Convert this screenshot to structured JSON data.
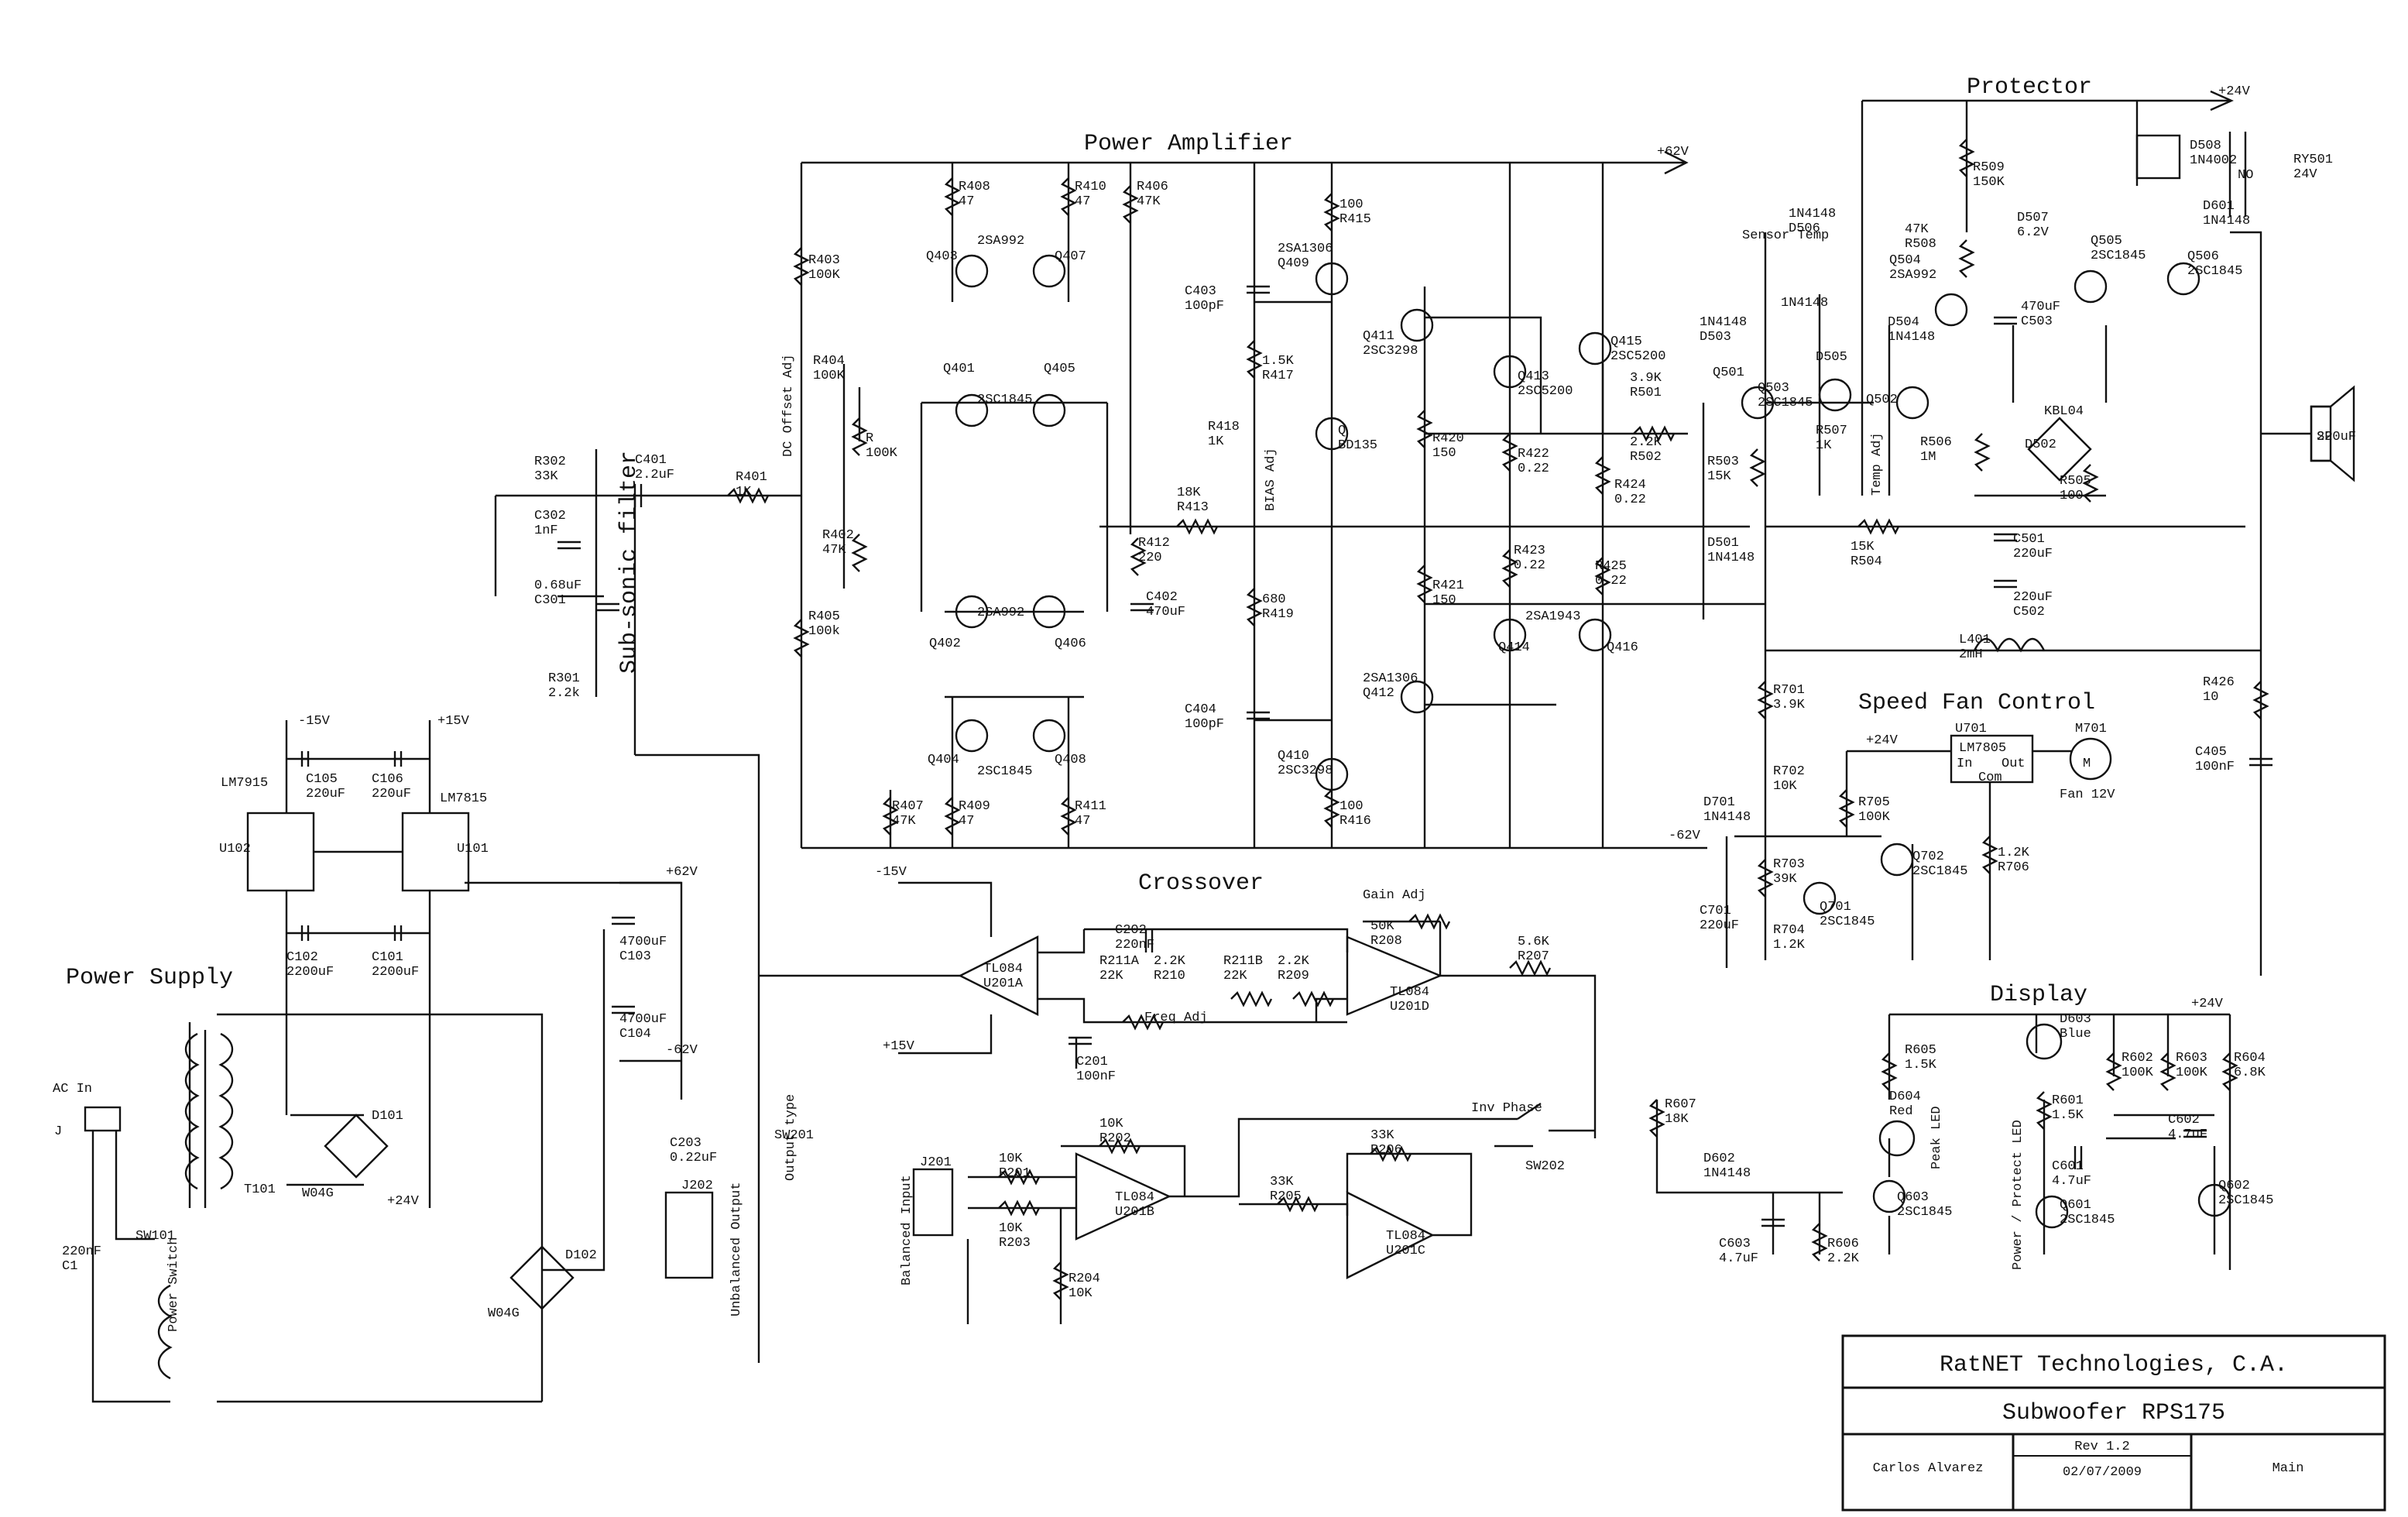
{
  "sections": {
    "power_amplifier": "Power Amplifier",
    "protector": "Protector",
    "speed_fan_control": "Speed Fan Control",
    "crossover": "Crossover",
    "power_supply": "Power Supply",
    "display": "Display",
    "sub_sonic_filter": "Sub-sonic filter",
    "dc_offset_adj": "DC Offset Adj",
    "bias_adj": "BIAS Adj",
    "temp_adj": "Temp Adj",
    "sensor_temp": "Sensor Temp",
    "gain_adj": "Gain Adj",
    "freq_adj": "Freq Adj",
    "inv_phase": "Inv Phase",
    "balanced_input": "Balanced Input",
    "unbalanced_output": "Unbalanced Output",
    "output_type": "Output type",
    "power_switch": "Power Switch",
    "ac_in": "AC In",
    "peak_led": "Peak LED",
    "power_protect_led": "Power / Protect LED"
  },
  "rails": {
    "p62": "+62V",
    "m62": "-62V",
    "p24": "+24V",
    "m15": "-15V",
    "p15": "+15V"
  },
  "amp_labels": [
    {
      "id": "R408",
      "lines": [
        "R408",
        "47"
      ]
    },
    {
      "id": "R410",
      "lines": [
        "R410",
        "47"
      ]
    },
    {
      "id": "R406",
      "lines": [
        "R406",
        "47K"
      ]
    },
    {
      "id": "Q403",
      "lines": [
        "Q403"
      ]
    },
    {
      "id": "Q407",
      "lines": [
        "Q407"
      ]
    },
    {
      "id": "2SA992a",
      "lines": [
        "2SA992"
      ]
    },
    {
      "id": "R403",
      "lines": [
        "R403",
        "100K"
      ]
    },
    {
      "id": "R404",
      "lines": [
        "R404",
        "100K"
      ]
    },
    {
      "id": "R",
      "lines": [
        "R",
        "100K"
      ]
    },
    {
      "id": "Q401",
      "lines": [
        "Q401"
      ]
    },
    {
      "id": "Q405",
      "lines": [
        "Q405"
      ]
    },
    {
      "id": "2SC1845a",
      "lines": [
        "2SC1845"
      ]
    },
    {
      "id": "R402",
      "lines": [
        "R402",
        "47K"
      ]
    },
    {
      "id": "R405",
      "lines": [
        "R405",
        "100k"
      ]
    },
    {
      "id": "2SA992b",
      "lines": [
        "2SA992"
      ]
    },
    {
      "id": "Q402",
      "lines": [
        "Q402"
      ]
    },
    {
      "id": "Q406",
      "lines": [
        "Q406"
      ]
    },
    {
      "id": "Q404",
      "lines": [
        "Q404"
      ]
    },
    {
      "id": "Q408",
      "lines": [
        "Q408"
      ]
    },
    {
      "id": "2SC1845b",
      "lines": [
        "2SC1845"
      ]
    },
    {
      "id": "R407",
      "lines": [
        "R407",
        "47K"
      ]
    },
    {
      "id": "R409",
      "lines": [
        "R409",
        "47"
      ]
    },
    {
      "id": "R411",
      "lines": [
        "R411",
        "47"
      ]
    },
    {
      "id": "R415",
      "lines": [
        "100",
        "R415"
      ]
    },
    {
      "id": "Q409",
      "lines": [
        "2SA1306",
        "Q409"
      ]
    },
    {
      "id": "C403",
      "lines": [
        "C403",
        "100pF"
      ]
    },
    {
      "id": "R417",
      "lines": [
        "1.5K",
        "R417"
      ]
    },
    {
      "id": "R418",
      "lines": [
        "R418",
        "1K"
      ]
    },
    {
      "id": "QBD",
      "lines": [
        "Q",
        "BD135"
      ]
    },
    {
      "id": "R412",
      "lines": [
        "R412",
        "220"
      ]
    },
    {
      "id": "C402",
      "lines": [
        "C402",
        "470uF"
      ]
    },
    {
      "id": "R413",
      "lines": [
        "18K",
        "R413"
      ]
    },
    {
      "id": "R419",
      "lines": [
        "680",
        "R419"
      ]
    },
    {
      "id": "C404",
      "lines": [
        "C404",
        "100pF"
      ]
    },
    {
      "id": "Q410",
      "lines": [
        "Q410",
        "2SC3298"
      ]
    },
    {
      "id": "R416",
      "lines": [
        "100",
        "R416"
      ]
    },
    {
      "id": "Q411",
      "lines": [
        "Q411",
        "2SC3298"
      ]
    },
    {
      "id": "Q412",
      "lines": [
        "2SA1306",
        "Q412"
      ]
    },
    {
      "id": "Q413",
      "lines": [
        "Q413",
        "2SC5200"
      ]
    },
    {
      "id": "Q415",
      "lines": [
        "Q415",
        "2SC5200"
      ]
    },
    {
      "id": "R420",
      "lines": [
        "R420",
        "150"
      ]
    },
    {
      "id": "R421",
      "lines": [
        "R421",
        "150"
      ]
    },
    {
      "id": "R422",
      "lines": [
        "R422",
        "0.22"
      ]
    },
    {
      "id": "R424",
      "lines": [
        "R424",
        "0.22"
      ]
    },
    {
      "id": "R423",
      "lines": [
        "R423",
        "0.22"
      ]
    },
    {
      "id": "R425",
      "lines": [
        "R425",
        "0.22"
      ]
    },
    {
      "id": "Q414",
      "lines": [
        "Q414"
      ]
    },
    {
      "id": "Q416",
      "lines": [
        "Q416"
      ]
    },
    {
      "id": "2SA1943",
      "lines": [
        "2SA1943"
      ]
    },
    {
      "id": "R501",
      "lines": [
        "3.9K",
        "R501"
      ]
    },
    {
      "id": "R502",
      "lines": [
        "2.2K",
        "R502"
      ]
    },
    {
      "id": "R503",
      "lines": [
        "R503",
        "15K"
      ]
    },
    {
      "id": "R401",
      "lines": [
        "R401",
        "1K"
      ]
    },
    {
      "id": "C401",
      "lines": [
        "C401",
        "2.2uF"
      ]
    },
    {
      "id": "R302",
      "lines": [
        "R302",
        "33K"
      ]
    },
    {
      "id": "C302",
      "lines": [
        "C302",
        "1nF"
      ]
    },
    {
      "id": "C301",
      "lines": [
        "0.68uF",
        "C301"
      ]
    },
    {
      "id": "R301",
      "lines": [
        "R301",
        "2.2k"
      ]
    }
  ],
  "protector_labels": [
    {
      "id": "R509",
      "lines": [
        "R509",
        "150K"
      ]
    },
    {
      "id": "D506",
      "lines": [
        "1N4148",
        "D506"
      ]
    },
    {
      "id": "D508",
      "lines": [
        "D508",
        "1N4002"
      ]
    },
    {
      "id": "RY501",
      "lines": [
        "RY501",
        "24V"
      ]
    },
    {
      "id": "D601",
      "lines": [
        "D601",
        "1N4148"
      ]
    },
    {
      "id": "R508",
      "lines": [
        "47K",
        "R508"
      ]
    },
    {
      "id": "D507",
      "lines": [
        "D507",
        "6.2V"
      ]
    },
    {
      "id": "Q504",
      "lines": [
        "Q504",
        "2SA992"
      ]
    },
    {
      "id": "Q505",
      "lines": [
        "Q505",
        "2SC1845"
      ]
    },
    {
      "id": "Q506",
      "lines": [
        "Q506",
        "2SC1845"
      ]
    },
    {
      "id": "C503",
      "lines": [
        "470uF",
        "C503"
      ]
    },
    {
      "id": "D503",
      "lines": [
        "1N4148",
        "D503"
      ]
    },
    {
      "id": "D503b",
      "lines": [
        "1N4148"
      ]
    },
    {
      "id": "D505",
      "lines": [
        "D505"
      ]
    },
    {
      "id": "D504",
      "lines": [
        "D504",
        "1N4148"
      ]
    },
    {
      "id": "Q501",
      "lines": [
        "Q501"
      ]
    },
    {
      "id": "Q503",
      "lines": [
        "Q503",
        "2SC1845"
      ]
    },
    {
      "id": "Q502",
      "lines": [
        "Q502"
      ]
    },
    {
      "id": "R507",
      "lines": [
        "R507",
        "1K"
      ]
    },
    {
      "id": "R506",
      "lines": [
        "R506",
        "1M"
      ]
    },
    {
      "id": "KBL04",
      "lines": [
        "KBL04"
      ]
    },
    {
      "id": "D502",
      "lines": [
        "D502"
      ]
    },
    {
      "id": "R505",
      "lines": [
        "R505",
        "100"
      ]
    },
    {
      "id": "SP",
      "lines": [
        "SP"
      ]
    },
    {
      "id": "C501",
      "lines": [
        "C501",
        "220uF"
      ]
    },
    {
      "id": "C502",
      "lines": [
        "220uF",
        "C502"
      ]
    },
    {
      "id": "R504",
      "lines": [
        "15K",
        "R504"
      ]
    },
    {
      "id": "D501",
      "lines": [
        "D501",
        "1N4148"
      ]
    },
    {
      "id": "L401",
      "lines": [
        "L401",
        "2mH"
      ]
    },
    {
      "id": "R426",
      "lines": [
        "R426",
        "10"
      ]
    },
    {
      "id": "C405",
      "lines": [
        "C405",
        "100nF"
      ]
    },
    {
      "id": "NO",
      "lines": [
        "NO"
      ]
    }
  ],
  "fan_labels": [
    {
      "id": "R701",
      "lines": [
        "R701",
        "3.9K"
      ]
    },
    {
      "id": "R702",
      "lines": [
        "R702",
        "10K"
      ]
    },
    {
      "id": "D701",
      "lines": [
        "D701",
        "1N4148"
      ]
    },
    {
      "id": "U701",
      "lines": [
        "U701"
      ]
    },
    {
      "id": "LM7805",
      "lines": [
        "LM7805"
      ]
    },
    {
      "id": "In",
      "lines": [
        "In"
      ]
    },
    {
      "id": "Out",
      "lines": [
        "Out"
      ]
    },
    {
      "id": "Com",
      "lines": [
        "Com"
      ]
    },
    {
      "id": "M701",
      "lines": [
        "M701"
      ]
    },
    {
      "id": "Fan",
      "lines": [
        "Fan 12V"
      ]
    },
    {
      "id": "R705",
      "lines": [
        "R705",
        "100K"
      ]
    },
    {
      "id": "Q702",
      "lines": [
        "Q702",
        "2SC1845"
      ]
    },
    {
      "id": "R706",
      "lines": [
        "1.2K",
        "R706"
      ]
    },
    {
      "id": "R703",
      "lines": [
        "R703",
        "39K"
      ]
    },
    {
      "id": "Q701",
      "lines": [
        "Q701",
        "2SC1845"
      ]
    },
    {
      "id": "R704",
      "lines": [
        "R704",
        "1.2K"
      ]
    },
    {
      "id": "C701",
      "lines": [
        "C701",
        "220uF"
      ]
    }
  ],
  "crossover_labels": [
    {
      "id": "C202",
      "lines": [
        "C202",
        "220nF"
      ]
    },
    {
      "id": "R211A",
      "lines": [
        "R211A",
        "22K"
      ]
    },
    {
      "id": "R210",
      "lines": [
        "2.2K",
        "R210"
      ]
    },
    {
      "id": "R211B",
      "lines": [
        "R211B",
        "22K"
      ]
    },
    {
      "id": "R209",
      "lines": [
        "2.2K",
        "R209"
      ]
    },
    {
      "id": "R208",
      "lines": [
        "50K",
        "R208"
      ]
    },
    {
      "id": "R207",
      "lines": [
        "5.6K",
        "R207"
      ]
    },
    {
      "id": "U201A",
      "lines": [
        "TL084",
        "U201A"
      ]
    },
    {
      "id": "U201D",
      "lines": [
        "TL084",
        "U201D"
      ]
    },
    {
      "id": "C201",
      "lines": [
        "C201",
        "100nF"
      ]
    },
    {
      "id": "R202",
      "lines": [
        "10K",
        "R202"
      ]
    },
    {
      "id": "R201",
      "lines": [
        "10K",
        "R201"
      ]
    },
    {
      "id": "R203",
      "lines": [
        "10K",
        "R203"
      ]
    },
    {
      "id": "R204",
      "lines": [
        "R204",
        "10K"
      ]
    },
    {
      "id": "U201B",
      "lines": [
        "TL084",
        "U201B"
      ]
    },
    {
      "id": "R205",
      "lines": [
        "33K",
        "R205"
      ]
    },
    {
      "id": "R206",
      "lines": [
        "33K",
        "R206"
      ]
    },
    {
      "id": "U201C",
      "lines": [
        "TL084",
        "U201C"
      ]
    },
    {
      "id": "SW202",
      "lines": [
        "SW202"
      ]
    },
    {
      "id": "SW201",
      "lines": [
        "SW201"
      ]
    },
    {
      "id": "J201",
      "lines": [
        "J201"
      ]
    },
    {
      "id": "J202",
      "lines": [
        "J202"
      ]
    },
    {
      "id": "C203",
      "lines": [
        "C203",
        "0.22uF"
      ]
    }
  ],
  "psu_labels": [
    {
      "id": "C105",
      "lines": [
        "C105",
        "220uF"
      ]
    },
    {
      "id": "C106",
      "lines": [
        "C106",
        "220uF"
      ]
    },
    {
      "id": "LM7915",
      "lines": [
        "LM7915"
      ]
    },
    {
      "id": "LM7815",
      "lines": [
        "LM7815"
      ]
    },
    {
      "id": "U102",
      "lines": [
        "U102"
      ]
    },
    {
      "id": "U101",
      "lines": [
        "U101"
      ]
    },
    {
      "id": "C102",
      "lines": [
        "C102",
        "2200uF"
      ]
    },
    {
      "id": "C101",
      "lines": [
        "C101",
        "2200uF"
      ]
    },
    {
      "id": "C103",
      "lines": [
        "4700uF",
        "C103"
      ]
    },
    {
      "id": "C104",
      "lines": [
        "4700uF",
        "C104"
      ]
    },
    {
      "id": "D101",
      "lines": [
        "D101"
      ]
    },
    {
      "id": "W04G1",
      "lines": [
        "W04G"
      ]
    },
    {
      "id": "D102",
      "lines": [
        "D102"
      ]
    },
    {
      "id": "W04G2",
      "lines": [
        "W04G"
      ]
    },
    {
      "id": "T101",
      "lines": [
        "T101"
      ]
    },
    {
      "id": "SW101",
      "lines": [
        "SW101"
      ]
    },
    {
      "id": "C1",
      "lines": [
        "220nF",
        "C1"
      ]
    },
    {
      "id": "J",
      "lines": [
        "J"
      ]
    }
  ],
  "display_labels": [
    {
      "id": "D603",
      "lines": [
        "D603",
        "Blue"
      ]
    },
    {
      "id": "R602",
      "lines": [
        "R602",
        "100K"
      ]
    },
    {
      "id": "R603",
      "lines": [
        "R603",
        "100K"
      ]
    },
    {
      "id": "R604",
      "lines": [
        "R604",
        "6.8K"
      ]
    },
    {
      "id": "R605",
      "lines": [
        "R605",
        "1.5K"
      ]
    },
    {
      "id": "D604",
      "lines": [
        "D604",
        "Red"
      ]
    },
    {
      "id": "R601",
      "lines": [
        "R601",
        "1.5K"
      ]
    },
    {
      "id": "C602",
      "lines": [
        "C602",
        "4.7uF"
      ]
    },
    {
      "id": "C601",
      "lines": [
        "C601",
        "4.7uF"
      ]
    },
    {
      "id": "Q601",
      "lines": [
        "Q601",
        "2SC1845"
      ]
    },
    {
      "id": "Q602",
      "lines": [
        "Q602",
        "2SC1845"
      ]
    },
    {
      "id": "R607",
      "lines": [
        "R607",
        "18K"
      ]
    },
    {
      "id": "D602",
      "lines": [
        "D602",
        "1N4148"
      ]
    },
    {
      "id": "Q603",
      "lines": [
        "Q603",
        "2SC1845"
      ]
    },
    {
      "id": "C603",
      "lines": [
        "C603",
        "4.7uF"
      ]
    },
    {
      "id": "R606",
      "lines": [
        "R606",
        "2.2K"
      ]
    }
  ],
  "title_block": {
    "company": "RatNET Technologies, C.A.",
    "project": "Subwoofer RPS175",
    "author": "Carlos Alvarez",
    "rev": "Rev 1.2",
    "date": "02/07/2009",
    "sheet": "Main"
  }
}
